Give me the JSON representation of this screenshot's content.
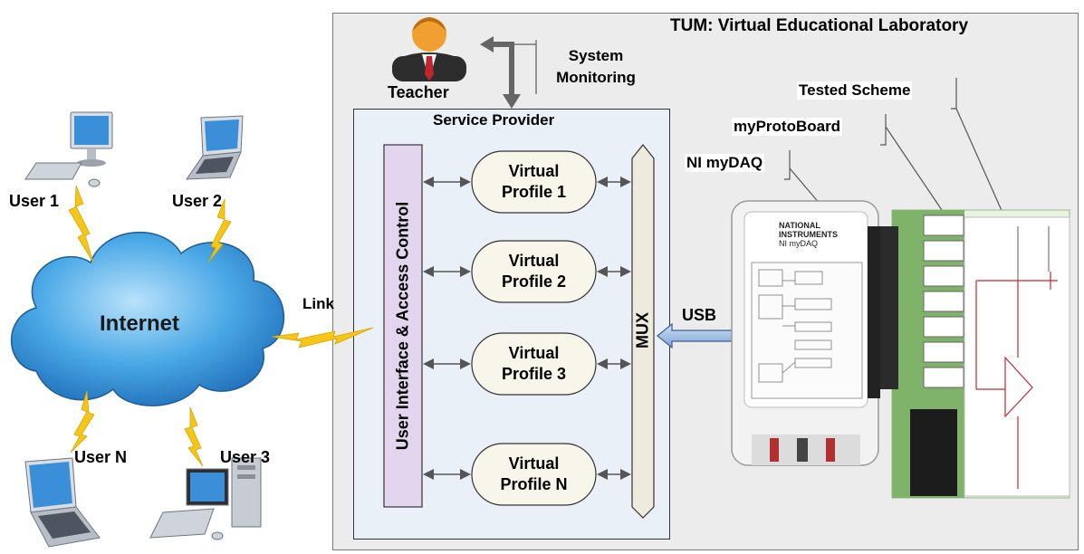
{
  "title": "TUM: Virtual Educational Laboratory",
  "teacher": {
    "label": "Teacher"
  },
  "system_monitoring": {
    "line1": "System",
    "line2": "Monitoring"
  },
  "service_provider": {
    "label": "Service Provider"
  },
  "access_control": {
    "label": "User Interface & Access Control"
  },
  "profiles": [
    {
      "line1": "Virtual",
      "line2": "Profile 1"
    },
    {
      "line1": "Virtual",
      "line2": "Profile 2"
    },
    {
      "line1": "Virtual",
      "line2": "Profile 3"
    },
    {
      "line1": "Virtual",
      "line2": "Profile N"
    }
  ],
  "mux": {
    "label": "MUX"
  },
  "usb": {
    "label": "USB"
  },
  "link": {
    "label": "Link"
  },
  "internet": {
    "label": "Internet"
  },
  "users": [
    {
      "label": "User 1"
    },
    {
      "label": "User 2"
    },
    {
      "label": "User N"
    },
    {
      "label": "User 3"
    }
  ],
  "hardware": {
    "tested_scheme": "Tested Scheme",
    "myprotoboard": "myProtoBoard",
    "ni_mydaq": "NI myDAQ",
    "daq_brand_1": "NATIONAL",
    "daq_brand_2": "INSTRUMENTS",
    "daq_model": "NI myDAQ"
  },
  "colors": {
    "lab_bg": "#ececec",
    "provider_bg": "#e9f0f8",
    "access_bar": "#e4d5ee",
    "profile_fill": "#f8f5ea",
    "mux_fill": "#eeeadd",
    "cloud": "#3f9fe0",
    "lightning": "#f5c518",
    "usb_arrow": "#9ab8de"
  }
}
